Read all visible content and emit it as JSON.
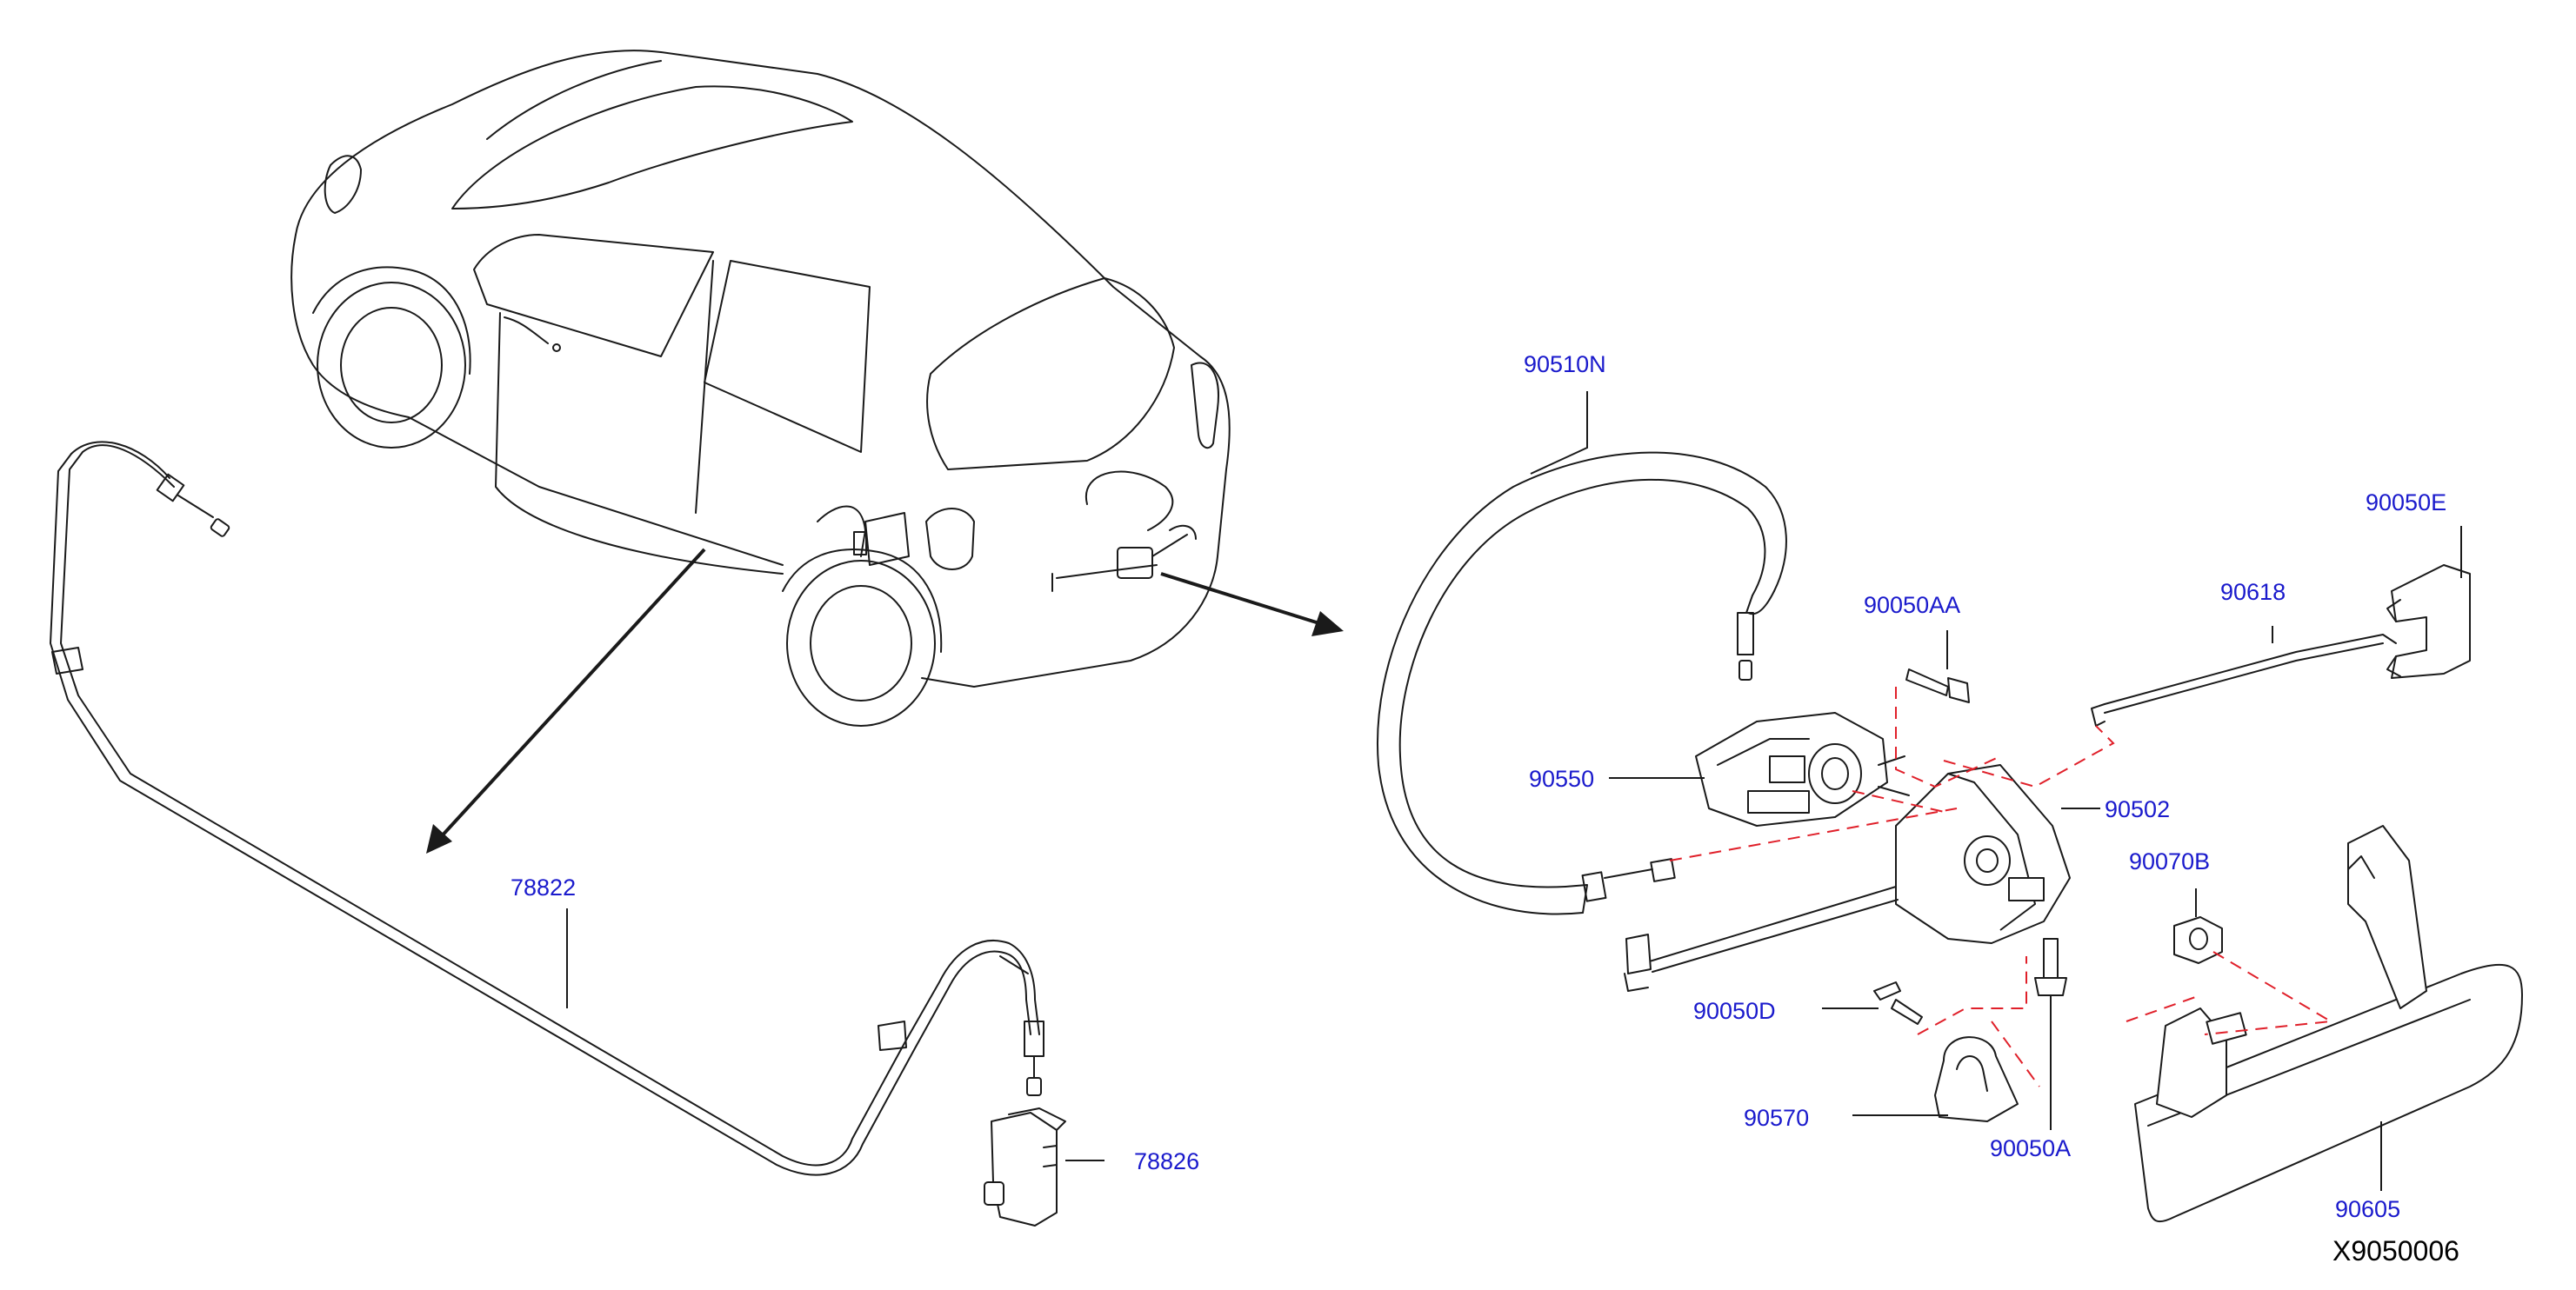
{
  "colors": {
    "callout_text": "#1a1acc",
    "outline": "#1a1a1a",
    "dashed_guide": "#e0202a",
    "diagram_id_text": "#000000"
  },
  "diagram_id": "X9050006",
  "callouts": {
    "p78822": "78822",
    "p78826": "78826",
    "p90510N": "90510N",
    "p90050AA": "90050AA",
    "p90550": "90550",
    "p90502": "90502",
    "p90618": "90618",
    "p90050E": "90050E",
    "p90070B": "90070B",
    "p90050D": "90050D",
    "p90570": "90570",
    "p90050A": "90050A",
    "p90605": "90605"
  }
}
